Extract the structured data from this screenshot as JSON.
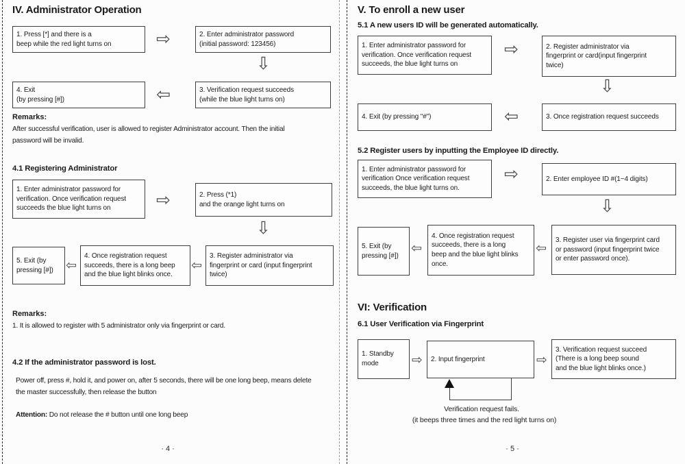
{
  "colors": {
    "text": "#1a1a1a",
    "box_border": "#3d3d3d",
    "arrow": "#4a4a4a",
    "fold_dash_dark": "#2a2a2a",
    "fold_dash_light": "#9a9a9a"
  },
  "icons": {
    "arrow_right": "⇨",
    "arrow_left": "⇦",
    "arrow_down": "⇩"
  },
  "page4": {
    "title": "IV. Administrator Operation",
    "flow_admin": {
      "box1": "1. Press [*] and there is a\nbeep while the red light turns on",
      "box2": "2. Enter administrator password\n(initial password: 123456)",
      "box3": "3. Verification request succeeds\n(while the blue light turns on)",
      "box4": "4. Exit\n(by pressing [#])"
    },
    "remarks1": {
      "label": "Remarks:",
      "text": "After successful verification, user is allowed to register Administrator account. Then the initial\npassword will be invalid."
    },
    "s41": {
      "heading": "4.1 Registering Administrator",
      "box1": "1. Enter administrator password for\nverification. Once verification request\nsucceeds the blue light turns on",
      "box2": "2. Press (*1)\nand the orange light turns on",
      "box3": "3. Register administrator via\nfingerprint or card (input fingerprint\ntwice)",
      "box4": "4. Once registration request\nsucceeds, there is a long beep\nand the blue light blinks once.",
      "box5": "5. Exit (by\npressing [#])"
    },
    "remarks2": {
      "label": "Remarks:",
      "text": "1. It is allowed to register with 5 administrator only via fingerprint or card."
    },
    "s42": {
      "heading": "4.2 If the administrator password is lost.",
      "body": "Power off, press #, hold it, and power on, after 5 seconds, there will be one long beep, means delete\nthe master successfully, then release the button",
      "attention_label": "Attention:",
      "attention_text": " Do not release the # button until one long beep"
    },
    "page_number": "· 4 ·"
  },
  "page5": {
    "title": "V. To enroll a new user",
    "s51": {
      "heading": "5.1 A new users ID will be generated automatically.",
      "box1": "1. Enter administrator password for\nverification. Once verification request\nsucceeds, the blue light turns on",
      "box2": "2. Register administrator via\nfingerprint or card(input fingerprint\ntwice)",
      "box3": "3. Once registration request succeeds",
      "box4": "4. Exit (by pressing \"#\")"
    },
    "s52": {
      "heading": "5.2 Register users by inputting the Employee ID directly.",
      "box1": "1. Enter administrator password for\nverification Once verification request\nsucceeds, the blue light turns on.",
      "box2": "2. Enter employee ID #(1~4 digits)",
      "box3": "3. Register user via fingerprint card\nor password (input fingerprint twice\nor enter password once).",
      "box4": "4. Once registration request\nsucceeds, there is a long\nbeep and the blue light blinks\nonce.",
      "box5": "5. Exit (by\npressing [#])"
    },
    "s61": {
      "title": "VI: Verification",
      "heading": "6.1 User Verification via Fingerprint",
      "box1": "1. Standby\nmode",
      "box2": "2. Input fingerprint",
      "box3": "3. Verification request succeed\n(There is a long beep sound\nand the blue light blinks once.)",
      "fail_line1": "Verification request fails.",
      "fail_line2": "(it beeps three times and the red light turns on)"
    },
    "page_number": "· 5 ·"
  }
}
